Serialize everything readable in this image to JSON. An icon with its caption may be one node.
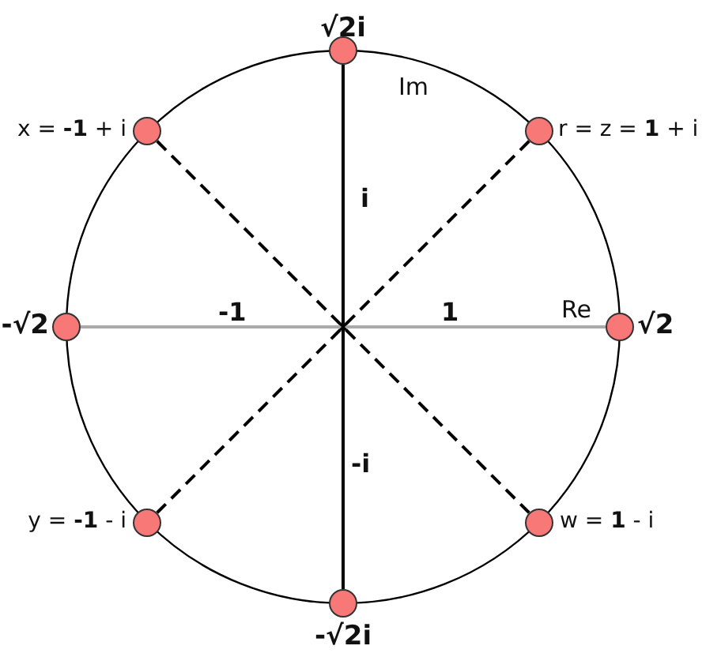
{
  "diagram": {
    "nodes": [
      {
        "text": [],
        "shape": "circle",
        "beside": [
          "√2i"
        ]
      },
      {
        "text": [],
        "shape": "circle",
        "beside": [
          "x = **-1** + i"
        ]
      },
      {
        "text": [],
        "shape": "circle",
        "beside": [
          "r = z = **1** + i"
        ]
      },
      {
        "text": [],
        "shape": "circle",
        "beside": [
          "-√2"
        ]
      },
      {
        "text": [],
        "shape": "circle",
        "beside": [
          "√2"
        ]
      },
      {
        "text": [],
        "shape": "circle",
        "beside": [
          "y = **-1** - i"
        ]
      },
      {
        "text": [],
        "shape": "circle",
        "beside": [
          "w = **1** - i"
        ]
      },
      {
        "text": [],
        "shape": "circle",
        "beside": [
          "-√2i"
        ]
      }
    ],
    "edges": [
      {
        "from": 0,
        "to": 7,
        "arrow": "none"
      },
      {
        "from": 1,
        "to": 6,
        "arrow": "none",
        "style": "dashed"
      },
      {
        "from": 2,
        "to": 5,
        "arrow": "none",
        "style": "dashed"
      },
      {
        "from": 3,
        "to": 4,
        "arrow": "none",
        "color": "#aaaaaa"
      }
    ],
    "labels": [
      "Im",
      "i",
      "-1",
      "1",
      "Re",
      "-i"
    ]
  }
}
